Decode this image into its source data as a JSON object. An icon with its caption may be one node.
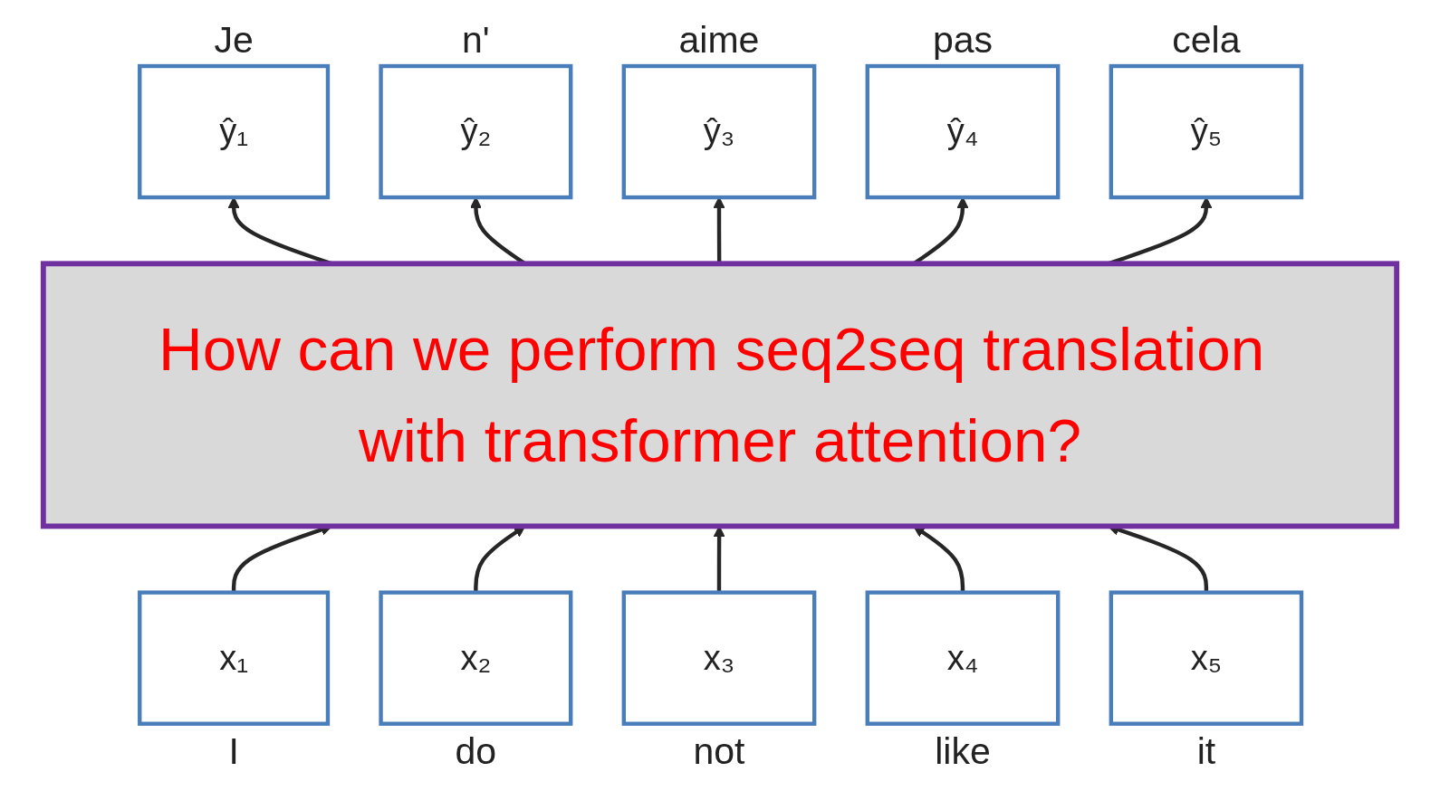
{
  "diagram": {
    "nodes": [
      {
        "text": [
          "ŷ₁"
        ],
        "beside": [
          "Je"
        ]
      },
      {
        "text": [
          "ŷ₂"
        ],
        "beside": [
          "n'"
        ]
      },
      {
        "text": [
          "ŷ₃"
        ],
        "beside": [
          "aime"
        ]
      },
      {
        "text": [
          "ŷ₄"
        ],
        "beside": [
          "pas"
        ]
      },
      {
        "text": [
          "ŷ₅"
        ],
        "beside": [
          "cela"
        ]
      },
      {
        "text": [
          "How can we perform seq2seq translation with transformer attention?"
        ]
      },
      {
        "text": [
          "x₁"
        ],
        "beside": [
          "I"
        ]
      },
      {
        "text": [
          "x₂"
        ],
        "beside": [
          "do"
        ]
      },
      {
        "text": [
          "x₃"
        ],
        "beside": [
          "not"
        ]
      },
      {
        "text": [
          "x₄"
        ],
        "beside": [
          "like"
        ]
      },
      {
        "text": [
          "x₅"
        ],
        "beside": [
          "it"
        ]
      }
    ],
    "edges": [
      {
        "from": 6,
        "to": 5,
        "arrow": "to"
      },
      {
        "from": 7,
        "to": 5,
        "arrow": "to"
      },
      {
        "from": 8,
        "to": 5,
        "arrow": "to"
      },
      {
        "from": 9,
        "to": 5,
        "arrow": "to"
      },
      {
        "from": 10,
        "to": 5,
        "arrow": "to"
      },
      {
        "from": 5,
        "to": 0,
        "arrow": "to"
      },
      {
        "from": 5,
        "to": 1,
        "arrow": "to"
      },
      {
        "from": 5,
        "to": 2,
        "arrow": "to"
      },
      {
        "from": 5,
        "to": 3,
        "arrow": "to"
      },
      {
        "from": 5,
        "to": 4,
        "arrow": "to"
      }
    ]
  }
}
